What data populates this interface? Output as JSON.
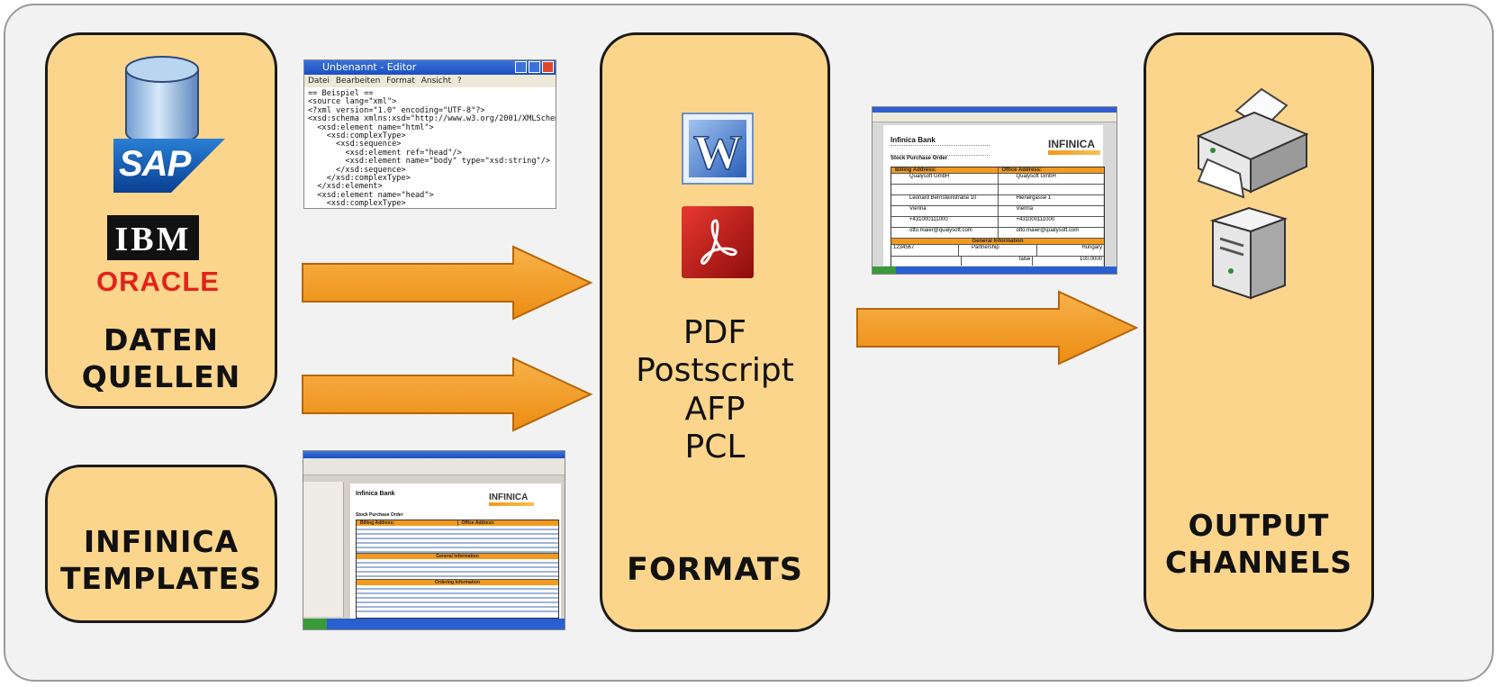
{
  "panels": {
    "sources": {
      "title_line1": "DATEN",
      "title_line2": "QUELLEN"
    },
    "templates": {
      "title_line1": "INFINICA",
      "title_line2": "TEMPLATES"
    },
    "formats": {
      "title": "FORMATS",
      "list": [
        "PDF",
        "Postscript",
        "AFP",
        "PCL"
      ]
    },
    "output": {
      "title_line1": "OUTPUT",
      "title_line2": "CHANNELS"
    }
  },
  "logos": {
    "sap": "SAP",
    "ibm": "IBM",
    "oracle": "ORACLE"
  },
  "editor": {
    "title": "Unbenannt - Editor",
    "menu": "Datei Bearbeiten Format Ansicht ?",
    "code": "== Beispiel ==\n<source lang=\"xml\">\n<?xml version=\"1.0\" encoding=\"UTF-8\"?>\n<xsd:schema xmlns:xsd=\"http://www.w3.org/2001/XMLSchema\">\n  <xsd:element name=\"html\">\n    <xsd:complexType>\n      <xsd:sequence>\n        <xsd:element ref=\"head\"/>\n        <xsd:element name=\"body\" type=\"xsd:string\"/>\n      </xsd:sequence>\n    </xsd:complexType>\n  </xsd:element>\n  <xsd:element name=\"head\">\n    <xsd:complexType>\n      <xsd:sequence>\n        <xsd:element name=\"title\" type=\"xsd:string\"/>\n      </xsd:sequence>\n    </xsd:complexType>\n  </xsd:element>\n</xsd:schema>\n</source>"
  },
  "pdf_doc": {
    "bank": "Infinica Bank",
    "heading": "Stock Purchase Order",
    "logo": "INFINICA",
    "billing": "Billing Address:",
    "office": "Office Address:",
    "company": "Qualysoft GmbH",
    "street_left": "Leonard Bernsteinstraße 10",
    "street_right": "Hienergasse 1",
    "city": "Vienna",
    "phone": "+431000111000",
    "email": "otto.maier@qualysoft.com",
    "general": "General Information",
    "partnership": "Partnership",
    "country": "Hungary",
    "id": "1234567",
    "amount": "100.0000",
    "flag": "false"
  },
  "tpl_doc": {
    "bank": "Infinica Bank",
    "heading": "Stock Purchase Order",
    "logo": "INFINICA",
    "billing": "Billing Address:",
    "office": "Office Address:",
    "general": "General Information",
    "ordering": "Ordering Information"
  },
  "colors": {
    "panel": "#fcd58c",
    "arrow": "#f29a1e",
    "arrow_outline": "#b5650a"
  }
}
